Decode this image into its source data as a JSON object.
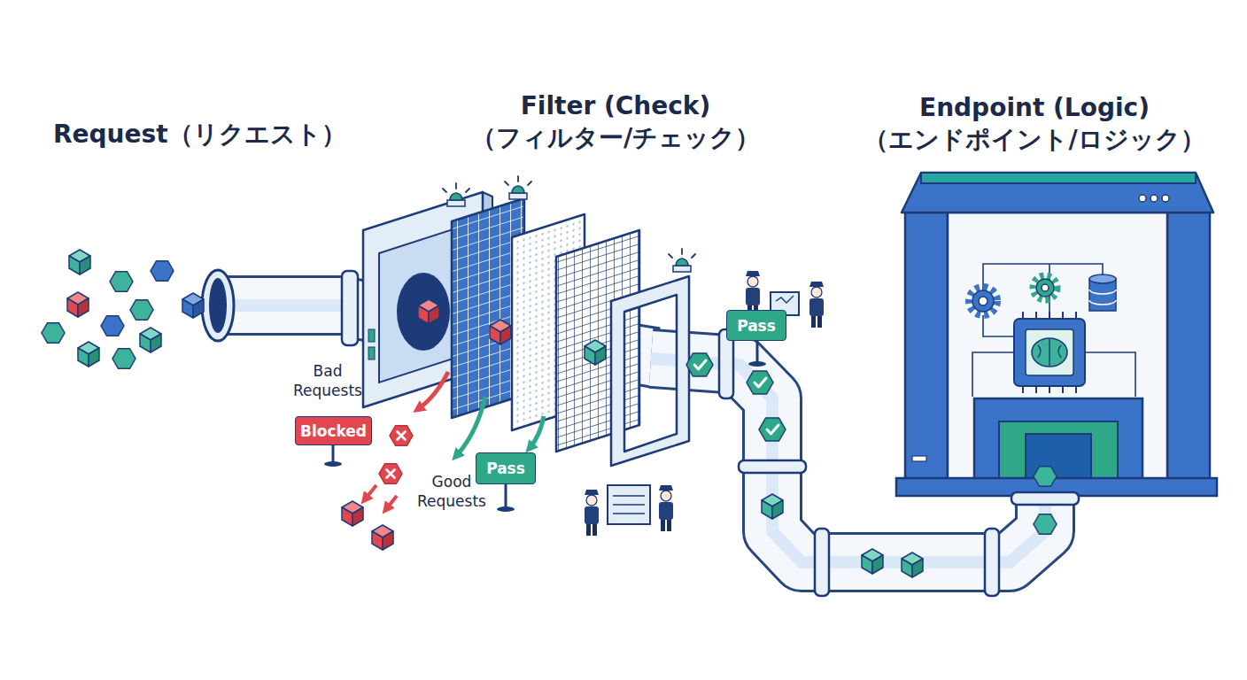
{
  "diagram": {
    "nodes": [
      {
        "text": [
          "Request（リクエスト）"
        ]
      },
      {
        "text": [
          "Filter (Check) （フィルター/チェック）"
        ]
      },
      {
        "text": [
          "Endpoint (Logic) （エンドポイント/ロジック）"
        ]
      },
      {
        "text": [
          "Pass"
        ]
      },
      {
        "text": [
          "Blocked"
        ]
      },
      {
        "text": [
          "Pass"
        ]
      }
    ],
    "edges": [
      {
        "from": 0,
        "to": 1,
        "arrow": "none"
      },
      {
        "from": 1,
        "to": 2,
        "arrow": "none"
      }
    ],
    "labels": [
      "Bad Requests",
      "Good Requests"
    ]
  }
}
